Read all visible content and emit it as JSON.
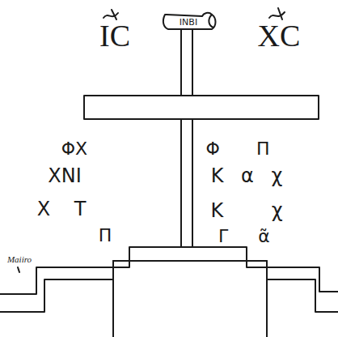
{
  "diagram": {
    "labels": [
      "IC",
      "XC",
      "INBI",
      "ΦΧ",
      "ΧΝΙ",
      "Χ Τ",
      "Π",
      "Φ Π",
      "Κ α χ",
      "Κ χ",
      "Γ α̃",
      "Maiiro"
    ]
  }
}
